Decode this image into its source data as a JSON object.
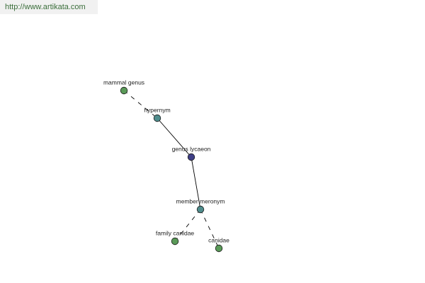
{
  "source": {
    "url": "http://www.artikata.com"
  },
  "colors": {
    "source_text": "#3a6e3a",
    "center_node": "#3f3f86",
    "relation_node": "#4f8c8c",
    "term_node": "#5a9a58",
    "edge": "#000000"
  },
  "nodes": [
    {
      "id": "mammal-genus",
      "label": "mammal genus",
      "kind": "term"
    },
    {
      "id": "hypernym",
      "label": "hypernym",
      "kind": "relation"
    },
    {
      "id": "genus-lycaeon",
      "label": "genus lycaeon",
      "kind": "center"
    },
    {
      "id": "member-meronym",
      "label": "member meronym",
      "kind": "relation"
    },
    {
      "id": "family-canidae",
      "label": "family canidae",
      "kind": "term"
    },
    {
      "id": "canidae",
      "label": "canidae",
      "kind": "term"
    }
  ],
  "edges": [
    {
      "from": "mammal-genus",
      "to": "hypernym",
      "style": "dashed"
    },
    {
      "from": "hypernym",
      "to": "genus-lycaeon",
      "style": "solid"
    },
    {
      "from": "genus-lycaeon",
      "to": "member-meronym",
      "style": "solid"
    },
    {
      "from": "member-meronym",
      "to": "family-canidae",
      "style": "dashed"
    },
    {
      "from": "member-meronym",
      "to": "canidae",
      "style": "dashed"
    }
  ]
}
